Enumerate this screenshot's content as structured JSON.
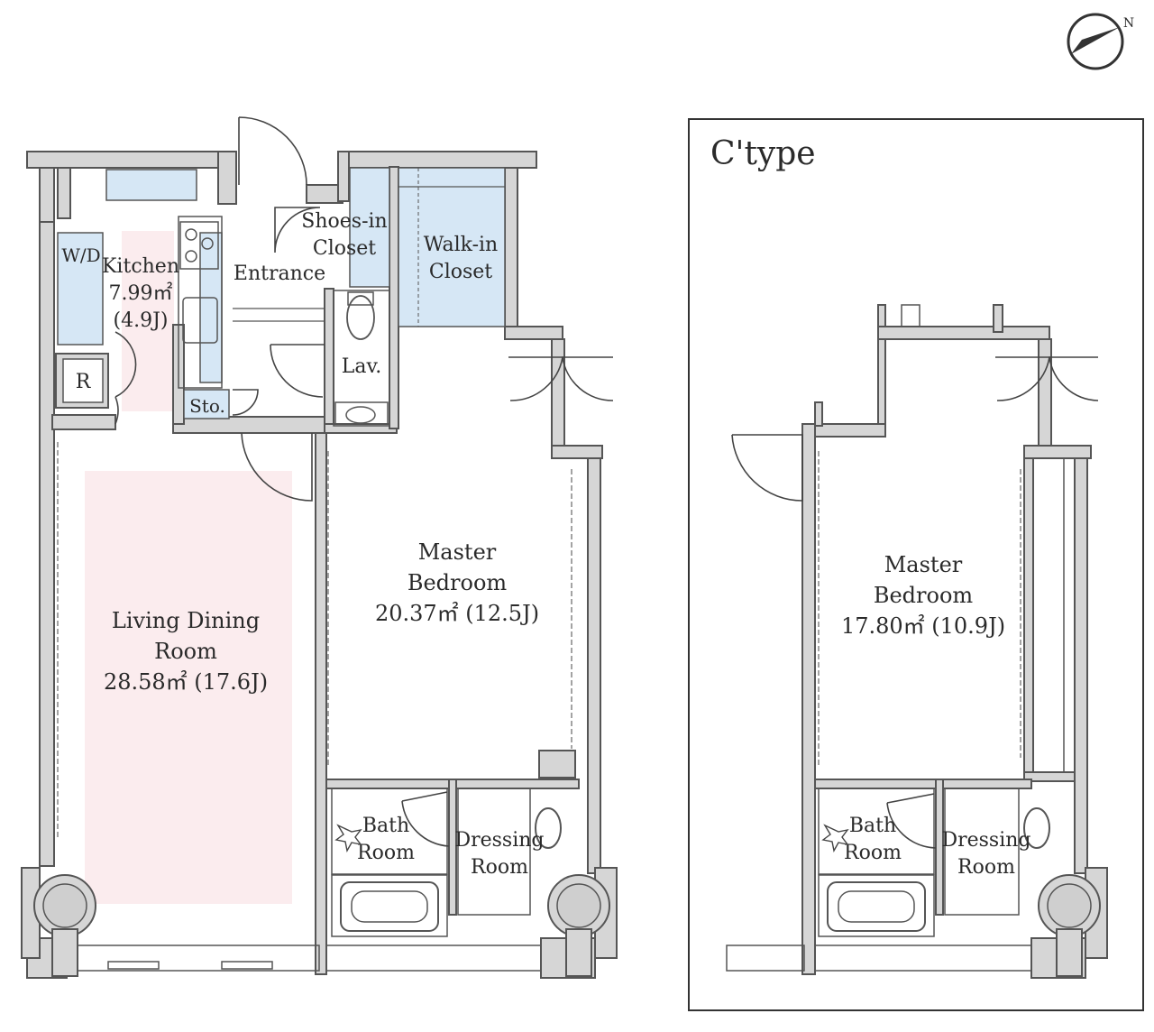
{
  "compass": {
    "north_label": "N"
  },
  "main_plan": {
    "rooms": {
      "wd": "W/D",
      "kitchen_name": "Kitchen",
      "kitchen_area": "7.99㎡",
      "kitchen_jo": "(4.9J)",
      "fridge": "R",
      "storage": "Sto.",
      "entrance": "Entrance",
      "shoes_line1": "Shoes-in",
      "shoes_line2": "Closet",
      "walkin_line1": "Walk-in",
      "walkin_line2": "Closet",
      "lav": "Lav.",
      "living_line1": "Living Dining",
      "living_line2": "Room",
      "living_area": "28.58㎡ (17.6J)",
      "master_line1": "Master",
      "master_line2": "Bedroom",
      "master_area": "20.37㎡ (12.5J)",
      "bath_line1": "Bath",
      "bath_line2": "Room",
      "dressing_line1": "Dressing",
      "dressing_line2": "Room"
    }
  },
  "variant_plan": {
    "title": "C'type",
    "rooms": {
      "master_line1": "Master",
      "master_line2": "Bedroom",
      "master_area": "17.80㎡ (10.9J)",
      "bath_line1": "Bath",
      "bath_line2": "Room",
      "dressing_line1": "Dressing",
      "dressing_line2": "Room"
    }
  },
  "colors": {
    "wall_fill": "#d6d6d6",
    "closet_blue": "#d6e7f5",
    "living_pink": "#fbecee"
  }
}
